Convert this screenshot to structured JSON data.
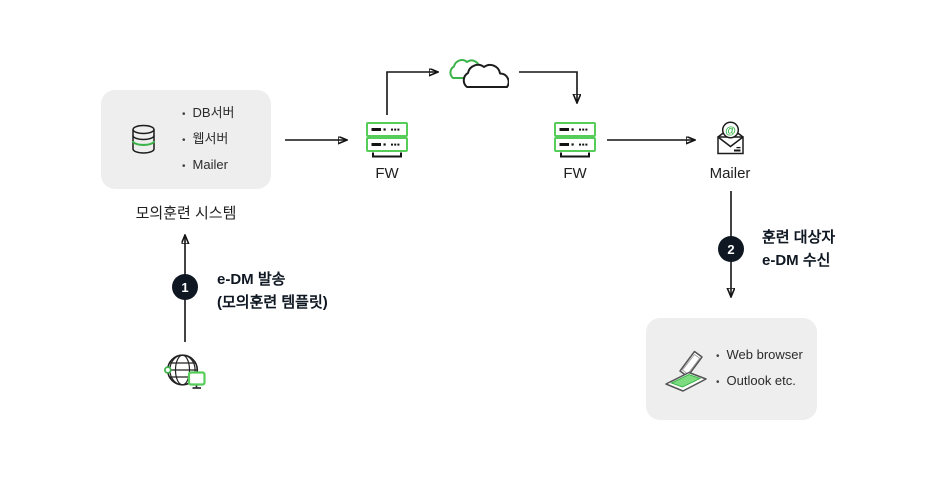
{
  "colors": {
    "accent_green": "#3cb44a",
    "accent_green_bright": "#55cd58",
    "accent_green_light": "#7edc80",
    "badge_dark": "#0e1722",
    "panel_gray": "#eeeeee",
    "line_dark": "#141414",
    "text_dark": "#1a1a1a"
  },
  "system_panel": {
    "caption": "모의훈련 시스템",
    "items": [
      "DB서버",
      "웹서버",
      "Mailer"
    ]
  },
  "network": {
    "fw1_label": "FW",
    "fw2_label": "FW",
    "mailer_label": "Mailer"
  },
  "steps": {
    "step1": {
      "number": "1",
      "line1": "e-DM 발송",
      "line2": "(모의훈련 템플릿)"
    },
    "step2": {
      "number": "2",
      "line1": "훈련 대상자",
      "line2": "e-DM 수신"
    }
  },
  "client_panel": {
    "items": [
      "Web browser",
      "Outlook etc."
    ]
  },
  "icons": {
    "mailer_at_glyph": "@",
    "names": [
      "database-icon",
      "firewall-icon",
      "cloud-icon",
      "mail-at-icon",
      "globe-icon",
      "laptop-icon"
    ]
  }
}
